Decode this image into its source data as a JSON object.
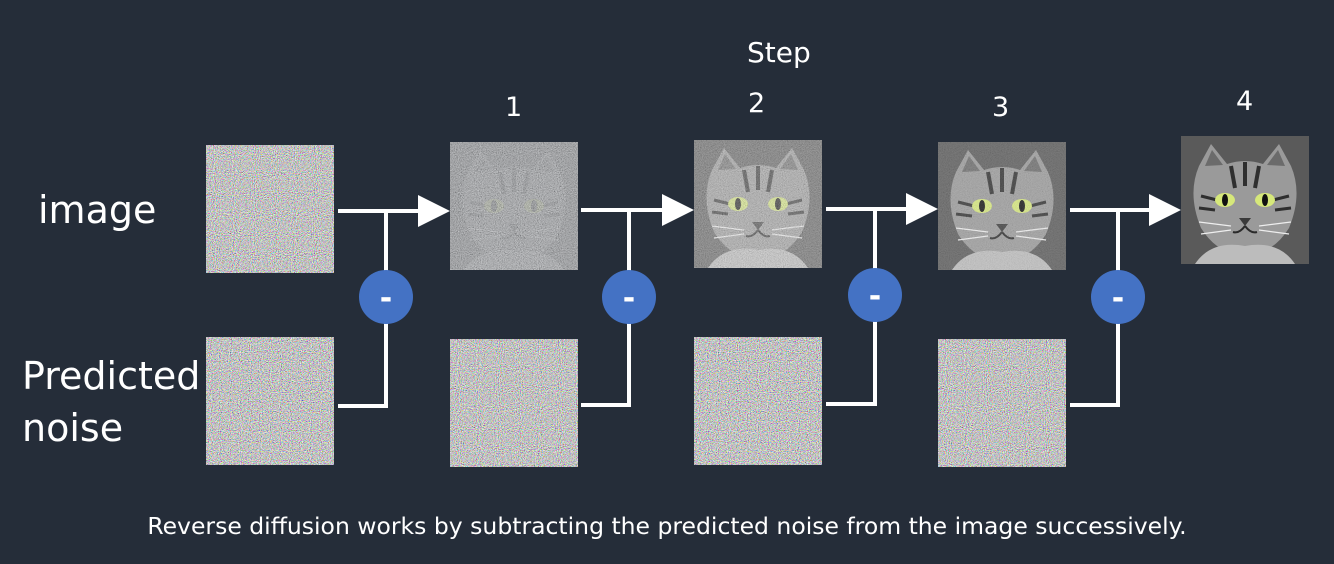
{
  "diagram": {
    "step_header": "Step",
    "steps": [
      "1",
      "2",
      "3",
      "4"
    ],
    "row_labels": {
      "image": "image",
      "predicted_noise": [
        "Predicted",
        "noise"
      ]
    },
    "operator_symbol": "-",
    "caption": "Reverse diffusion works by subtracting the predicted noise from the image successively."
  },
  "colors": {
    "background": "#252d39",
    "operator_circle": "#4472c4",
    "arrows": "#ffffff",
    "text": "#ffffff"
  },
  "stages": [
    {
      "image": "pure-noise",
      "noise": "predicted-noise-1"
    },
    {
      "image": "faint-cat-in-noise",
      "noise": "predicted-noise-2"
    },
    {
      "image": "noisy-cat",
      "noise": "predicted-noise-3"
    },
    {
      "image": "slightly-noisy-cat",
      "noise": "predicted-noise-4"
    },
    {
      "image": "clean-cat"
    }
  ]
}
